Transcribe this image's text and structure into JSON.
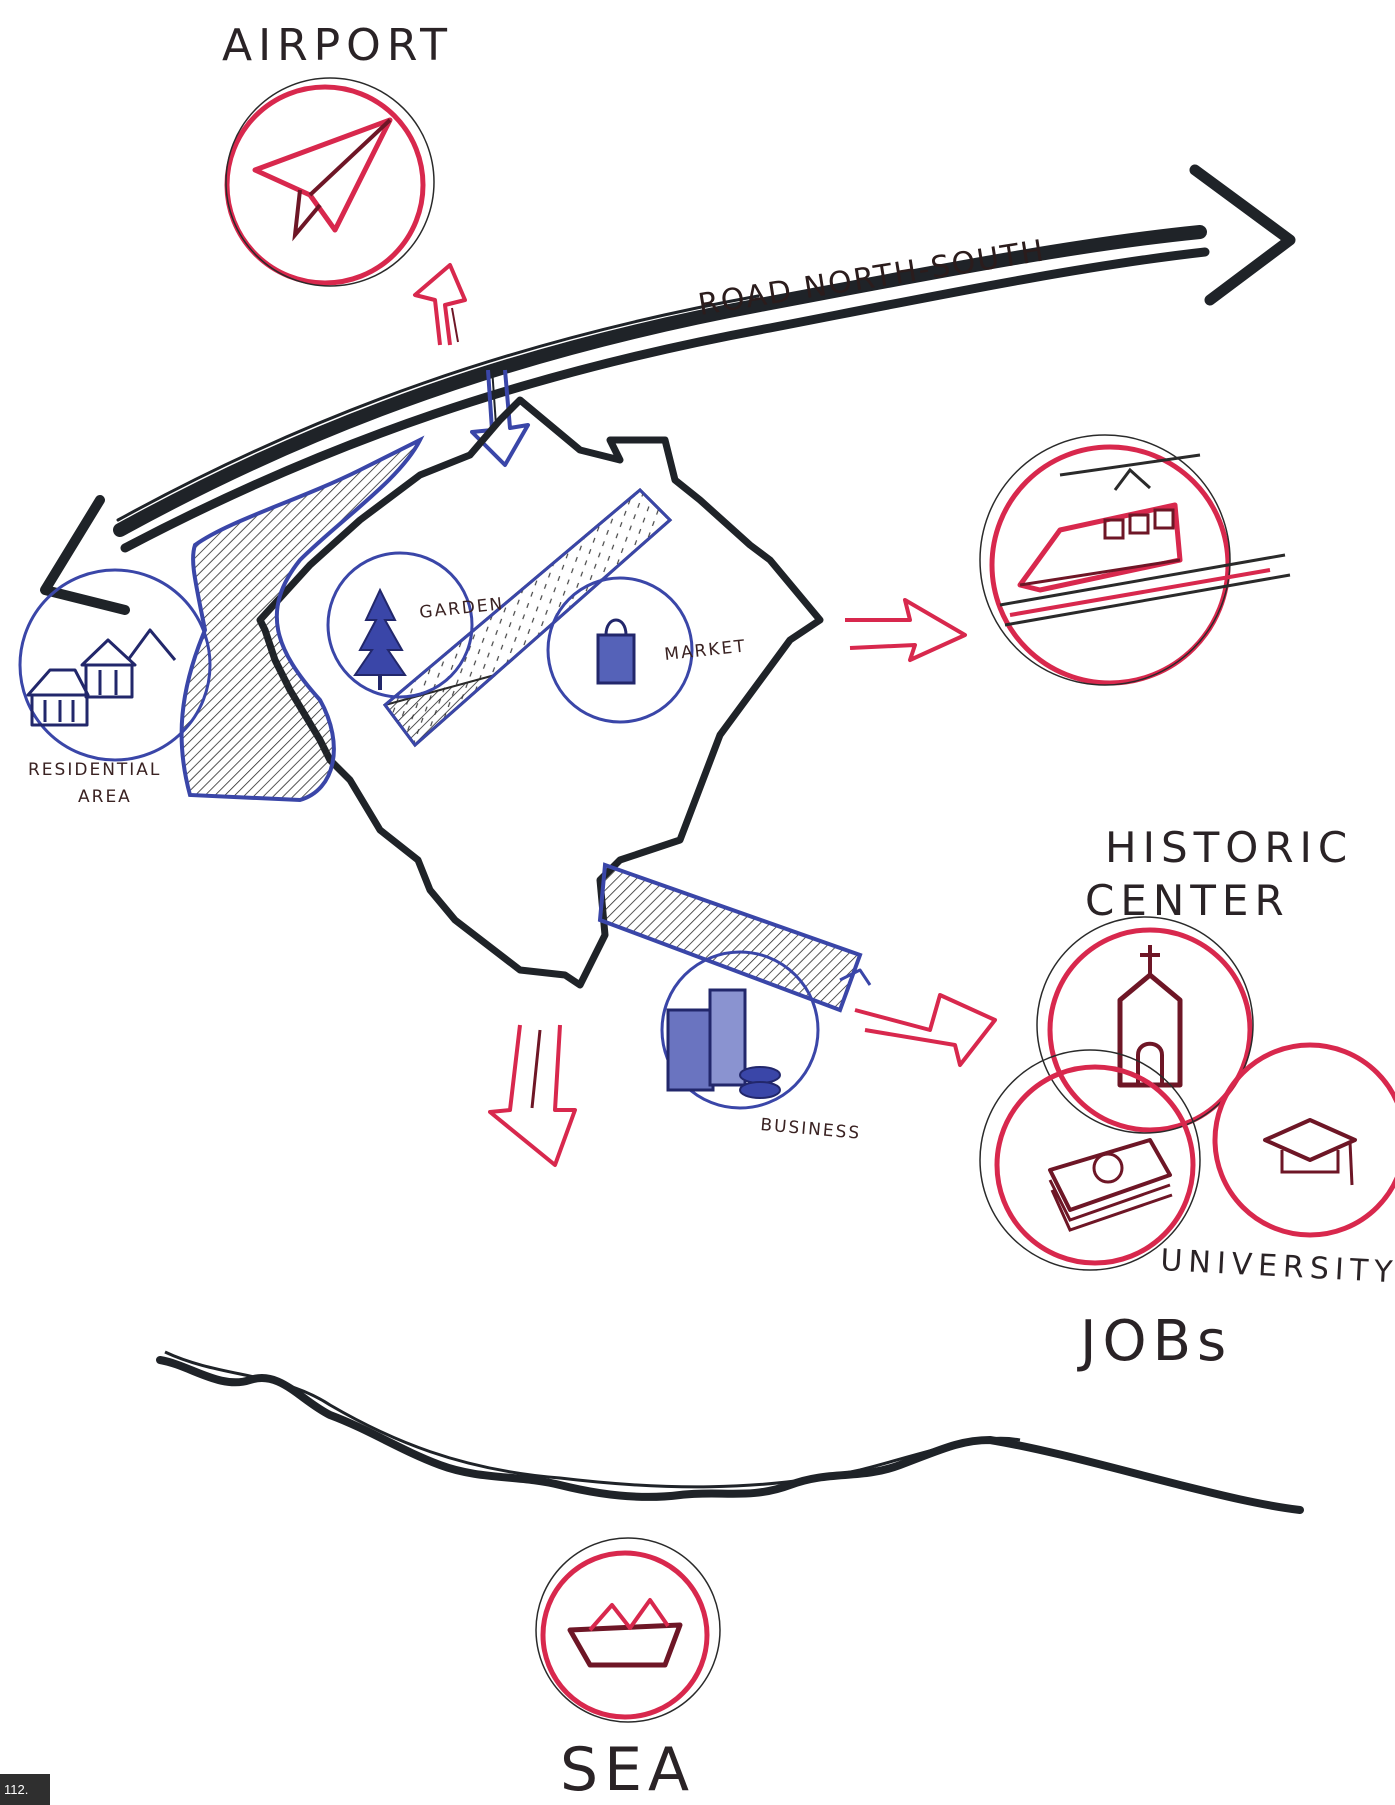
{
  "labels": {
    "airport": "AIRPORT",
    "road": "ROAD NORTH-SOUTH",
    "garden": "GARDEN",
    "market": "MARKET",
    "residential_line1": "RESIDENTIAL",
    "residential_line2": "AREA",
    "historic_line1": "HISTORIC",
    "historic_line2": "CENTER",
    "business": "BUSINESS",
    "university": "UNIVERSITY",
    "jobs": "JOBs",
    "sea": "SEA"
  },
  "page_number": "112.",
  "colors": {
    "ink_black": "#1f2328",
    "ink_red": "#d8284d",
    "ink_maroon": "#6e1626",
    "ink_blue": "#3a46a8",
    "ink_brown": "#4a2a22"
  }
}
